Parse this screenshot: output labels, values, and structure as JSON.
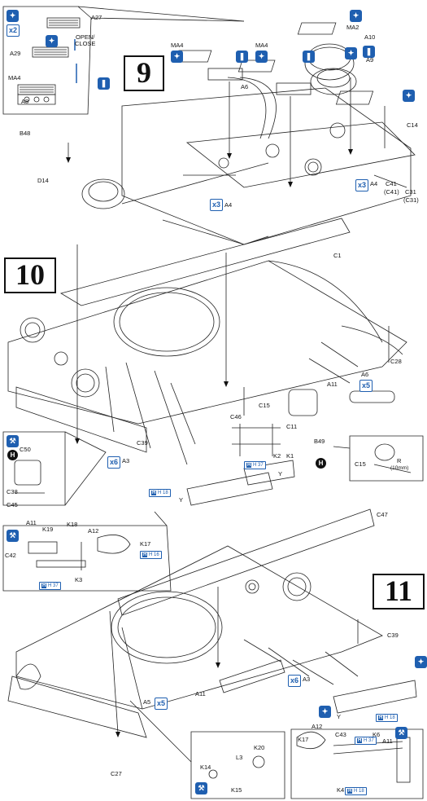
{
  "steps": {
    "s9": "9",
    "s10": "10",
    "s11": "11"
  },
  "inset9": {
    "parts": [
      "A27",
      "A29",
      "OPEN/\nCLOSE",
      "MA4",
      "A8"
    ],
    "multiplier": "x2"
  },
  "step9": {
    "labels": {
      "ma4_a": "MA4",
      "ma4_b": "MA4",
      "a6": "A6",
      "ma2": "MA2",
      "a10": "A10",
      "a9": "A9",
      "b48": "B48",
      "d14": "D14",
      "c14": "C14",
      "a4_a": "A4",
      "a4_b": "A4",
      "c41": "C41",
      "c41p": "(C41)",
      "c31": "C31",
      "c31p": "(C31)"
    },
    "multiplier": "x3"
  },
  "step10": {
    "labels": {
      "c1": "C1",
      "c28": "C28",
      "a11": "A11",
      "a6": "A6",
      "c15": "C15",
      "c46": "C46",
      "c11": "C11",
      "c39": "C39",
      "k2": "K2",
      "k1": "K1",
      "a3": "A3",
      "y": "Y",
      "b49": "B49",
      "c15b": "C15",
      "r": "R",
      "r_note": "(10mm)"
    },
    "mult_a6": "x5",
    "mult_a3": "x6",
    "inset_c50": {
      "c50": "C50",
      "c38": "C38",
      "c45": "C45"
    },
    "inset_k": {
      "a11": "A11",
      "k19": "K19",
      "k18": "K18",
      "a12": "A12",
      "k17": "K17",
      "c42": "C42",
      "k3": "K3"
    }
  },
  "step11": {
    "labels": {
      "c47": "C47",
      "c39": "C39",
      "a3": "A3",
      "y": "Y",
      "a5": "A5",
      "a11": "A11",
      "c27": "C27"
    },
    "mult_a3": "x6",
    "mult_a5": "x5",
    "inset_l": {
      "k14": "K14",
      "l3": "L3",
      "k20": "K20",
      "k15": "K15"
    },
    "inset_r": {
      "a12": "A12",
      "k17": "K17",
      "c43": "C43",
      "k6": "K6",
      "a11": "A11",
      "k4": "K4"
    }
  },
  "color_codes": [
    "H 37",
    "H 18",
    "H 16"
  ],
  "icons": [
    "wrench-icon",
    "glue-icon",
    "hole-icon",
    "paint-icon"
  ]
}
